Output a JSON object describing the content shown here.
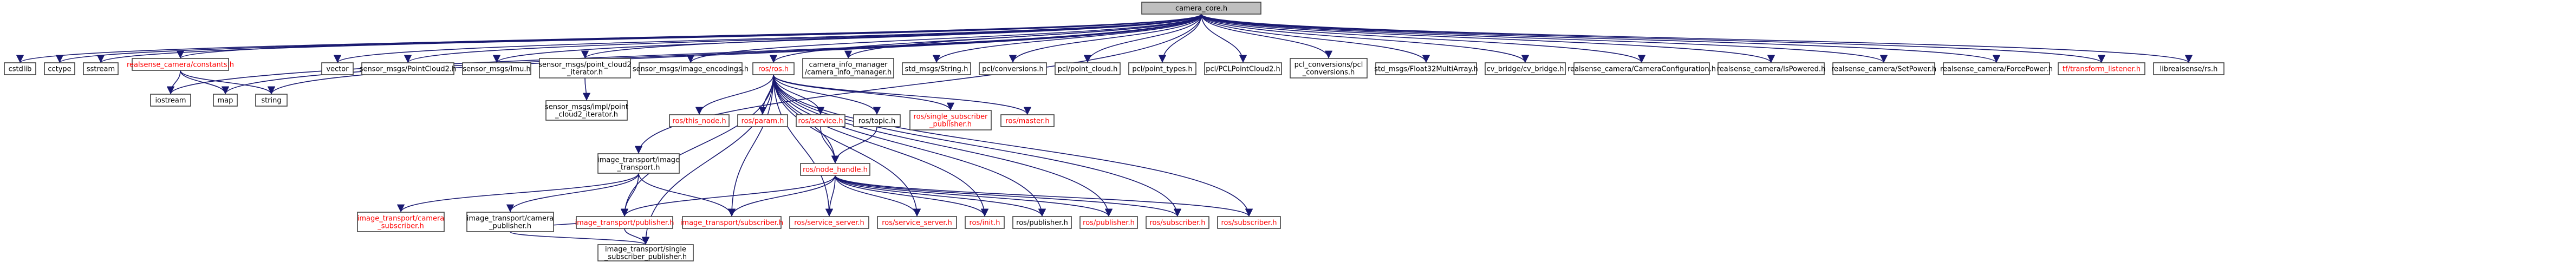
{
  "colors": {
    "edge": "#191970",
    "node_border": "#404040",
    "node_fill": "#ffffff",
    "root_fill": "#bfbfbf",
    "text_black": "#000000",
    "text_red": "#ff0000"
  },
  "graph": {
    "nodes": [
      {
        "id": "camera_core",
        "lines": [
          "camera_core.h"
        ],
        "color": "black",
        "root": true
      },
      {
        "id": "cstdlib",
        "lines": [
          "cstdlib"
        ],
        "color": "black"
      },
      {
        "id": "cctype",
        "lines": [
          "cctype"
        ],
        "color": "black"
      },
      {
        "id": "sstream",
        "lines": [
          "sstream"
        ],
        "color": "black"
      },
      {
        "id": "constants",
        "lines": [
          "realsense_camera/constants.h"
        ],
        "color": "red"
      },
      {
        "id": "iostream",
        "lines": [
          "iostream"
        ],
        "color": "black"
      },
      {
        "id": "map",
        "lines": [
          "map"
        ],
        "color": "black"
      },
      {
        "id": "string",
        "lines": [
          "string"
        ],
        "color": "black"
      },
      {
        "id": "vector",
        "lines": [
          "vector"
        ],
        "color": "black"
      },
      {
        "id": "pointcloud2",
        "lines": [
          "sensor_msgs/PointCloud2.h"
        ],
        "color": "black"
      },
      {
        "id": "imu",
        "lines": [
          "sensor_msgs/Imu.h"
        ],
        "color": "black"
      },
      {
        "id": "pc2_iter",
        "lines": [
          "sensor_msgs/point_cloud2",
          "_iterator.h"
        ],
        "color": "black"
      },
      {
        "id": "image_enc",
        "lines": [
          "sensor_msgs/image_encodings.h"
        ],
        "color": "black"
      },
      {
        "id": "ros_ros",
        "lines": [
          "ros/ros.h"
        ],
        "color": "red"
      },
      {
        "id": "cim",
        "lines": [
          "camera_info_manager",
          "/camera_info_manager.h"
        ],
        "color": "black"
      },
      {
        "id": "stdstring",
        "lines": [
          "std_msgs/String.h"
        ],
        "color": "black"
      },
      {
        "id": "pcl_conv",
        "lines": [
          "pcl/conversions.h"
        ],
        "color": "black"
      },
      {
        "id": "pcl_pc",
        "lines": [
          "pcl/point_cloud.h"
        ],
        "color": "black"
      },
      {
        "id": "pcl_pt",
        "lines": [
          "pcl/point_types.h"
        ],
        "color": "black"
      },
      {
        "id": "pcl_pcl2",
        "lines": [
          "pcl/PCLPointCloud2.h"
        ],
        "color": "black"
      },
      {
        "id": "pcl_conv2",
        "lines": [
          "pcl_conversions/pcl",
          "_conversions.h"
        ],
        "color": "black"
      },
      {
        "id": "f32ma",
        "lines": [
          "std_msgs/Float32MultiArray.h"
        ],
        "color": "black"
      },
      {
        "id": "cvbridge",
        "lines": [
          "cv_bridge/cv_bridge.h"
        ],
        "color": "black"
      },
      {
        "id": "rs_cc",
        "lines": [
          "realsense_camera/CameraConfiguration.h"
        ],
        "color": "black"
      },
      {
        "id": "rs_ip",
        "lines": [
          "realsense_camera/IsPowered.h"
        ],
        "color": "black"
      },
      {
        "id": "rs_sp",
        "lines": [
          "realsense_camera/SetPower.h"
        ],
        "color": "black"
      },
      {
        "id": "rs_fp",
        "lines": [
          "realsense_camera/ForcePower.h"
        ],
        "color": "black"
      },
      {
        "id": "tf_listener",
        "lines": [
          "tf/transform_listener.h"
        ],
        "color": "red"
      },
      {
        "id": "librs",
        "lines": [
          "librealsense/rs.h"
        ],
        "color": "black"
      },
      {
        "id": "mod_pc2",
        "lines": [
          "sensor_msgs/impl/point",
          "_cloud2_iterator.h"
        ],
        "color": "black"
      },
      {
        "id": "ros_thisnode",
        "lines": [
          "ros/this_node.h"
        ],
        "color": "red"
      },
      {
        "id": "ros_param",
        "lines": [
          "ros/param.h"
        ],
        "color": "red"
      },
      {
        "id": "ros_service",
        "lines": [
          "ros/service.h"
        ],
        "color": "red"
      },
      {
        "id": "ros_topic",
        "lines": [
          "ros/topic.h"
        ],
        "color": "black"
      },
      {
        "id": "ros_ssp",
        "lines": [
          "ros/single_subscriber",
          "_publisher.h"
        ],
        "color": "red"
      },
      {
        "id": "ros_master",
        "lines": [
          "ros/master.h"
        ],
        "color": "red"
      },
      {
        "id": "it_it",
        "lines": [
          "image_transport/image",
          "_transport.h"
        ],
        "color": "black"
      },
      {
        "id": "ros_nh",
        "lines": [
          "ros/node_handle.h"
        ],
        "color": "red"
      },
      {
        "id": "it_camsub",
        "lines": [
          "image_transport/camera",
          "_subscriber.h"
        ],
        "color": "red"
      },
      {
        "id": "it_campub",
        "lines": [
          "image_transport/camera",
          "_publisher.h"
        ],
        "color": "black"
      },
      {
        "id": "it_pub",
        "lines": [
          "image_transport/publisher.h"
        ],
        "color": "red"
      },
      {
        "id": "it_sub",
        "lines": [
          "image_transport/subscriber.h"
        ],
        "color": "red"
      },
      {
        "id": "ros_svc_server",
        "lines": [
          "ros/service_server.h"
        ],
        "color": "red"
      },
      {
        "id": "ros_svcserver",
        "lines": [
          "ros/service_server.h"
        ],
        "color": "red"
      },
      {
        "id": "ros_init",
        "lines": [
          "ros/init.h"
        ],
        "color": "red"
      },
      {
        "id": "ros_publisher",
        "lines": [
          "ros/publisher.h"
        ],
        "color": "black"
      },
      {
        "id": "ros_publisher2",
        "lines": [
          "ros/publisher.h"
        ],
        "color": "red"
      },
      {
        "id": "ros_subscriber",
        "lines": [
          "ros/subscriber.h"
        ],
        "color": "red"
      },
      {
        "id": "ros_subscriber2",
        "lines": [
          "ros/subscriber.h"
        ],
        "color": "red"
      },
      {
        "id": "it_ssp",
        "lines": [
          "image_transport/single",
          "_subscriber_publisher.h"
        ],
        "color": "black"
      }
    ],
    "edges": [
      [
        "camera_core",
        "cstdlib"
      ],
      [
        "camera_core",
        "cctype"
      ],
      [
        "camera_core",
        "sstream"
      ],
      [
        "camera_core",
        "constants"
      ],
      [
        "camera_core",
        "iostream"
      ],
      [
        "camera_core",
        "map"
      ],
      [
        "camera_core",
        "string"
      ],
      [
        "camera_core",
        "vector"
      ],
      [
        "camera_core",
        "pointcloud2"
      ],
      [
        "camera_core",
        "imu"
      ],
      [
        "camera_core",
        "pc2_iter"
      ],
      [
        "camera_core",
        "image_enc"
      ],
      [
        "camera_core",
        "ros_ros"
      ],
      [
        "camera_core",
        "cim"
      ],
      [
        "camera_core",
        "stdstring"
      ],
      [
        "camera_core",
        "pcl_conv"
      ],
      [
        "camera_core",
        "pcl_pc"
      ],
      [
        "camera_core",
        "pcl_pt"
      ],
      [
        "camera_core",
        "pcl_pcl2"
      ],
      [
        "camera_core",
        "pcl_conv2"
      ],
      [
        "camera_core",
        "f32ma"
      ],
      [
        "camera_core",
        "cvbridge"
      ],
      [
        "camera_core",
        "rs_cc"
      ],
      [
        "camera_core",
        "rs_ip"
      ],
      [
        "camera_core",
        "rs_sp"
      ],
      [
        "camera_core",
        "rs_fp"
      ],
      [
        "camera_core",
        "tf_listener"
      ],
      [
        "camera_core",
        "librs"
      ],
      [
        "camera_core",
        "it_it"
      ],
      [
        "constants",
        "iostream"
      ],
      [
        "constants",
        "map"
      ],
      [
        "constants",
        "string"
      ],
      [
        "pc2_iter",
        "mod_pc2"
      ],
      [
        "ros_ros",
        "ros_thisnode"
      ],
      [
        "ros_ros",
        "ros_param"
      ],
      [
        "ros_ros",
        "ros_service"
      ],
      [
        "ros_ros",
        "ros_topic"
      ],
      [
        "ros_ros",
        "ros_ssp"
      ],
      [
        "ros_ros",
        "ros_master"
      ],
      [
        "ros_ros",
        "ros_nh"
      ],
      [
        "ros_ros",
        "it_pub"
      ],
      [
        "ros_ros",
        "it_sub"
      ],
      [
        "ros_ros",
        "ros_svc_server"
      ],
      [
        "ros_ros",
        "ros_svcserver"
      ],
      [
        "ros_ros",
        "ros_init"
      ],
      [
        "ros_ros",
        "ros_publisher"
      ],
      [
        "ros_ros",
        "ros_publisher2"
      ],
      [
        "ros_ros",
        "ros_subscriber"
      ],
      [
        "ros_ros",
        "ros_subscriber2"
      ],
      [
        "ros_ros",
        "it_ssp"
      ],
      [
        "ros_service",
        "ros_nh"
      ],
      [
        "ros_topic",
        "ros_nh"
      ],
      [
        "ros_nh",
        "it_pub"
      ],
      [
        "ros_nh",
        "it_sub"
      ],
      [
        "ros_nh",
        "ros_svc_server"
      ],
      [
        "ros_nh",
        "ros_svcserver"
      ],
      [
        "ros_nh",
        "ros_init"
      ],
      [
        "ros_nh",
        "ros_publisher"
      ],
      [
        "ros_nh",
        "ros_publisher2"
      ],
      [
        "ros_nh",
        "ros_subscriber"
      ],
      [
        "ros_nh",
        "ros_subscriber2"
      ],
      [
        "it_it",
        "it_camsub"
      ],
      [
        "it_it",
        "it_campub"
      ],
      [
        "it_it",
        "it_pub"
      ],
      [
        "it_it",
        "it_sub"
      ],
      [
        "it_campub",
        "it_pub"
      ],
      [
        "it_campub",
        "it_ssp"
      ],
      [
        "it_pub",
        "it_ssp"
      ]
    ]
  }
}
